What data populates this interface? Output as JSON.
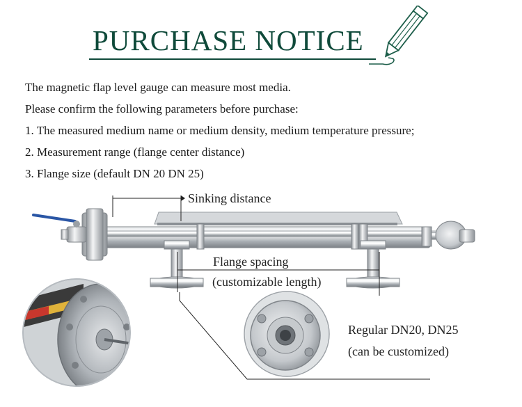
{
  "header": {
    "title": "PURCHASE NOTICE"
  },
  "intro": {
    "lines": [
      "The magnetic flap level gauge can measure most media.",
      "Please confirm the following parameters before purchase:",
      "1. The measured medium name or medium density, medium temperature pressure;",
      "2. Measurement range (flange center distance)",
      "3. Flange size (default DN 20 DN 25)"
    ]
  },
  "diagram": {
    "sinking_distance": "Sinking distance",
    "flange_spacing": "Flange spacing",
    "flange_spacing_note": "(customizable length)",
    "flange_regular": "Regular DN20, DN25",
    "flange_regular_note": "(can be customized)"
  },
  "colors": {
    "title": "#0f4a3a",
    "pencil": "#1d5e4a",
    "steel": "#b9bec3"
  },
  "icons": {
    "pencil": "pencil-icon"
  }
}
